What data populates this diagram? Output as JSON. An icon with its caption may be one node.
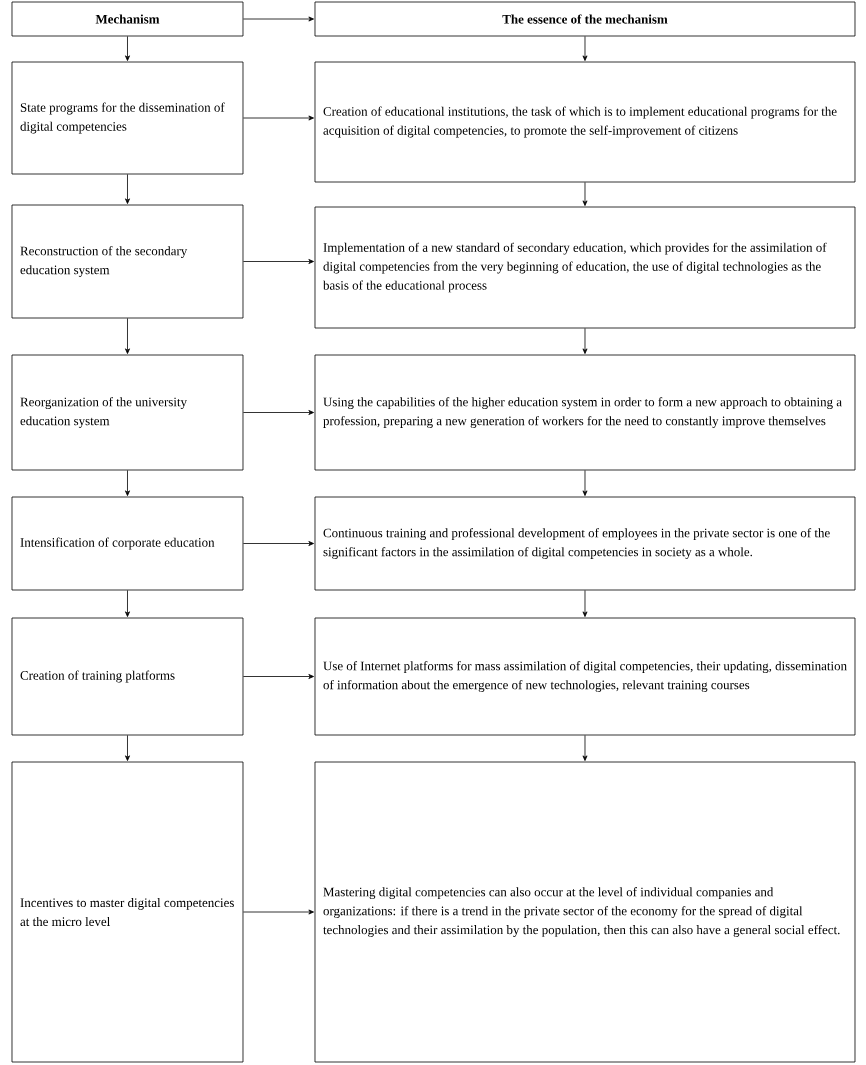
{
  "diagram": {
    "nodes": [
      {
        "text": [
          "Mechanism"
        ]
      },
      {
        "text": [
          "The essence of the mechanism"
        ]
      },
      {
        "text": [
          "State programs for the dissemination of digital competencies"
        ]
      },
      {
        "text": [
          "Creation of educational institutions, the task of which is to implement educational programs for the acquisition of digital competencies, to promote the self-improvement of citizens"
        ]
      },
      {
        "text": [
          "Reconstruction of the secondary education system"
        ]
      },
      {
        "text": [
          "Implementation of a new standard of secondary education, which provides for the assimilation of digital competencies from the very beginning of education, the use of digital technologies as the basis of the educational process"
        ]
      },
      {
        "text": [
          "Reorganization of the university education system"
        ]
      },
      {
        "text": [
          "Using the capabilities of the higher education system in order to form a new approach to obtaining a profession, preparing a new generation of workers for the need to constantly improve themselves"
        ]
      },
      {
        "text": [
          "Intensification of corporate education"
        ]
      },
      {
        "text": [
          "Continuous training and professional development of employees in the private sector is one of the significant factors in the assimilation of digital competencies in society as a whole."
        ]
      },
      {
        "text": [
          "Creation of training platforms"
        ]
      },
      {
        "text": [
          "Use of Internet platforms for mass assimilation of digital competencies, their updating, dissemination of information about the emergence of new technologies, relevant training courses"
        ]
      },
      {
        "text": [
          "Incentives to master digital competencies at the micro level"
        ]
      },
      {
        "text": [
          "Mastering digital competencies can also occur at the level of individual companies and organizations: if there is a trend in the private sector of the economy for the spread of digital technologies and their assimilation by the population, then this can also have a general social effect."
        ]
      }
    ],
    "edges": [
      {
        "from": 0,
        "to": 1,
        "arrow": "to"
      },
      {
        "from": 0,
        "to": 2,
        "arrow": "to"
      },
      {
        "from": 1,
        "to": 3,
        "arrow": "to"
      },
      {
        "from": 2,
        "to": 3,
        "arrow": "to"
      },
      {
        "from": 2,
        "to": 4,
        "arrow": "to"
      },
      {
        "from": 3,
        "to": 5,
        "arrow": "to"
      },
      {
        "from": 4,
        "to": 5,
        "arrow": "to"
      },
      {
        "from": 4,
        "to": 6,
        "arrow": "to"
      },
      {
        "from": 5,
        "to": 7,
        "arrow": "to"
      },
      {
        "from": 6,
        "to": 7,
        "arrow": "to"
      },
      {
        "from": 6,
        "to": 8,
        "arrow": "to"
      },
      {
        "from": 7,
        "to": 9,
        "arrow": "to"
      },
      {
        "from": 8,
        "to": 9,
        "arrow": "to"
      },
      {
        "from": 8,
        "to": 10,
        "arrow": "to"
      },
      {
        "from": 9,
        "to": 11,
        "arrow": "to"
      },
      {
        "from": 10,
        "to": 11,
        "arrow": "to"
      },
      {
        "from": 10,
        "to": 12,
        "arrow": "to"
      },
      {
        "from": 11,
        "to": 13,
        "arrow": "to"
      },
      {
        "from": 12,
        "to": 13,
        "arrow": "to"
      }
    ]
  }
}
